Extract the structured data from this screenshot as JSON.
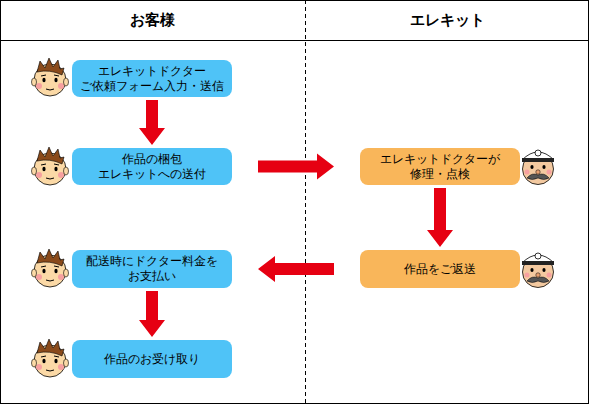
{
  "diagram": {
    "nodes": [
      {
        "text": [
          "エレキットドクター ご依頼フォーム入力・送信"
        ]
      },
      {
        "text": [
          "作品の梱包 エレキットへの送付"
        ]
      },
      {
        "text": [
          "エレキットドクターが 修理・点検"
        ]
      },
      {
        "text": [
          "作品をご返送"
        ]
      },
      {
        "text": [
          "配送時にドクター料金を お支払い"
        ]
      },
      {
        "text": [
          "作品のお受け取り"
        ]
      }
    ],
    "edges": [
      {
        "from": 0,
        "to": 1,
        "arrow": "to"
      },
      {
        "from": 1,
        "to": 2,
        "arrow": "to"
      },
      {
        "from": 2,
        "to": 3,
        "arrow": "to"
      },
      {
        "from": 3,
        "to": 4,
        "arrow": "to"
      },
      {
        "from": 4,
        "to": 5,
        "arrow": "to"
      }
    ],
    "labels": [
      "お客様",
      "エレキット"
    ]
  }
}
